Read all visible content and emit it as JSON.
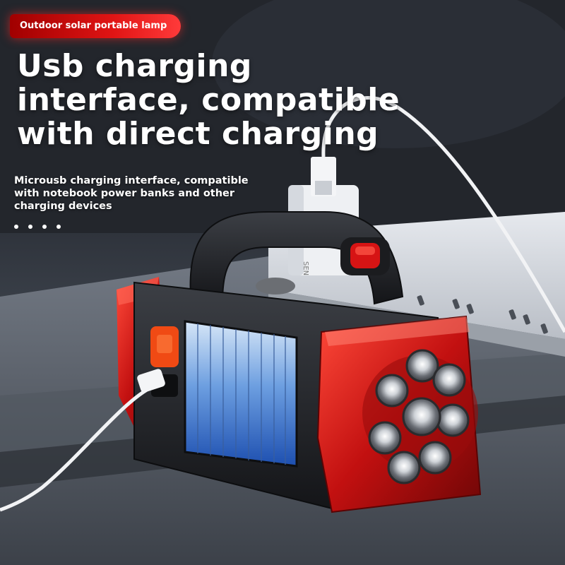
{
  "badge": {
    "label": "Outdoor solar portable lamp"
  },
  "headline": {
    "lines": [
      "Usb charging",
      "interface, compatible",
      "with direct charging"
    ]
  },
  "subtext": {
    "lines": [
      "Microusb charging interface, compatible",
      "with notebook power banks and other",
      "charging devices"
    ]
  },
  "carousel": {
    "dot_count": 4
  },
  "colors": {
    "accent_red": "#e01414",
    "lamp_red": "#c41010",
    "lamp_body": "#2a2c30",
    "solar_blue": "#2f6fd6"
  },
  "icons": {
    "power_button": "power-button-icon",
    "led": "led-bulb-icon",
    "plug": "usb-plug-icon"
  }
}
